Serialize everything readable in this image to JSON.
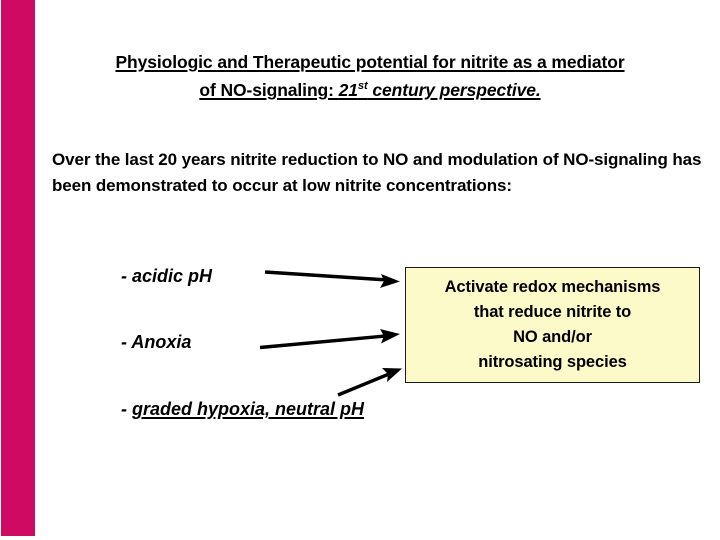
{
  "slide": {
    "background_color": "#ffffff",
    "accent_bar_color": "#CE0A63"
  },
  "title": {
    "line1": "Physiologic and Therapeutic potential for nitrite as a mediator",
    "line2_prefix": "of NO-signaling: ",
    "line2_italic_number": "21",
    "line2_italic_sup": "st",
    "line2_italic_rest": " century perspective."
  },
  "intro": {
    "paragraph": "Over the last 20 years nitrite reduction to NO and modulation of NO-signaling has been demonstrated to occur at low nitrite concentrations:"
  },
  "factors": [
    {
      "dash": "- ",
      "label": "acidic pH",
      "underlined": false
    },
    {
      "dash": "- ",
      "label": "Anoxia",
      "underlined": false
    },
    {
      "dash": "- ",
      "label": "graded hypoxia, neutral pH",
      "underlined": true
    }
  ],
  "outcome_box": {
    "fill_color": "#FCFAC8",
    "border_color": "#1a1a1a",
    "lines": [
      "Activate redox mechanisms",
      "that reduce nitrite to",
      "NO and/or",
      "nitrosating species"
    ]
  },
  "arrows": [
    {
      "name": "arrow-acidic-ph-to-outcome",
      "color": "#000000"
    },
    {
      "name": "arrow-anoxia-to-outcome",
      "color": "#000000"
    },
    {
      "name": "arrow-hypoxia-to-outcome",
      "color": "#000000"
    }
  ]
}
